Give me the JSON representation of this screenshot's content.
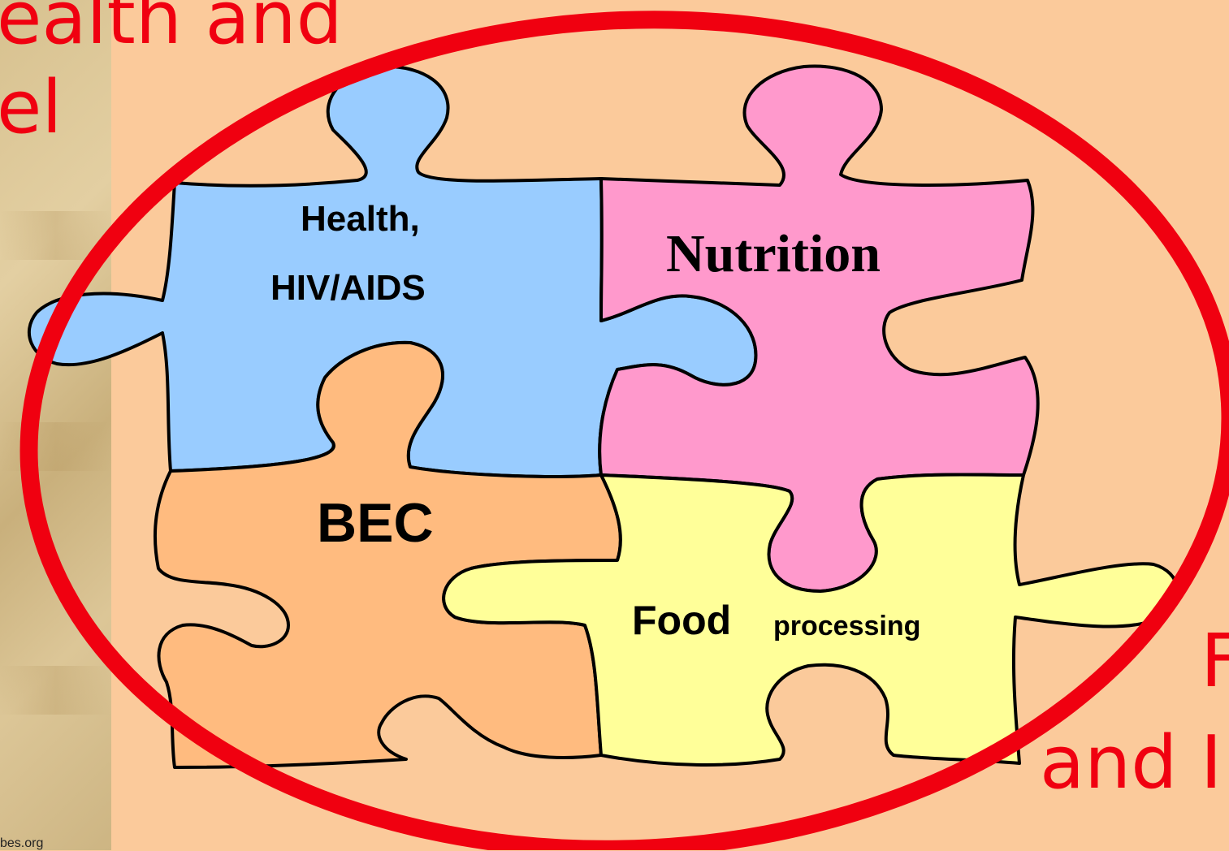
{
  "headings": {
    "top_left_line1": "ealth and",
    "top_left_line2": "el",
    "bottom_right_line1": "F",
    "bottom_right_line2": "and I"
  },
  "pieces": {
    "health": {
      "line1": "Health,",
      "line2": "HIV/AIDS",
      "color": "#99ccff"
    },
    "nutrition": {
      "label": "Nutrition",
      "color": "#ff99cc"
    },
    "bec": {
      "label": "BEC",
      "color": "#ffbb7f"
    },
    "food": {
      "main": "Food",
      "sub": "processing",
      "color": "#ffff99"
    }
  },
  "colors": {
    "background": "#fbca9b",
    "ellipse_stroke": "#f00010",
    "heading_text": "#f00010"
  },
  "footer": {
    "url": "bes.org"
  }
}
